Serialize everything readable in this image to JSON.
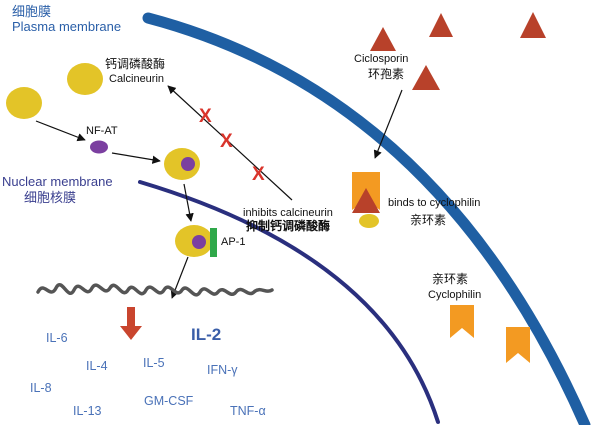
{
  "plasma_membrane": {
    "label_cn": "细胞膜",
    "label_en": "Plasma membrane"
  },
  "nuclear_membrane": {
    "label_en": "Nuclear membrane",
    "label_cn": "细胞核膜"
  },
  "calcineurin": {
    "label_cn": "钙调磷酸酶",
    "label_en": "Calcineurin"
  },
  "nfat": {
    "label": "NF-AT"
  },
  "ap1": {
    "label": "AP-1"
  },
  "inhibition": {
    "label_en": "inhibits calcineurin",
    "label_cn": "抑制钙调磷酸酶",
    "mark": "X"
  },
  "ciclosporin": {
    "label_en": "Ciclosporin",
    "label_cn": "环孢素"
  },
  "binding": {
    "label_en": "binds to cyclophilin",
    "label_cn": "亲环素"
  },
  "cyclophilin": {
    "label_cn": "亲环素",
    "label_en": "Cyclophilin"
  },
  "cytokines": {
    "il2": "IL-2",
    "il6": "IL-6",
    "il4": "IL-4",
    "il5": "IL-5",
    "ifng": "IFN-γ",
    "il8": "IL-8",
    "il13": "IL-13",
    "gmcsf": "GM-CSF",
    "tnfa": "TNF-α"
  },
  "colors": {
    "plasma_membrane": "#1f5fa3",
    "nuclear_membrane": "#2a2f7e",
    "calcineurin": "#e3c428",
    "nfat": "#7b3fa0",
    "ap1": "#2fa84a",
    "ciclosporin": "#b8412a",
    "cyclophilin": "#f39a22",
    "inhibition_x": "#d9342b",
    "down_arrow": "#c9452e",
    "dna": "#555555"
  }
}
